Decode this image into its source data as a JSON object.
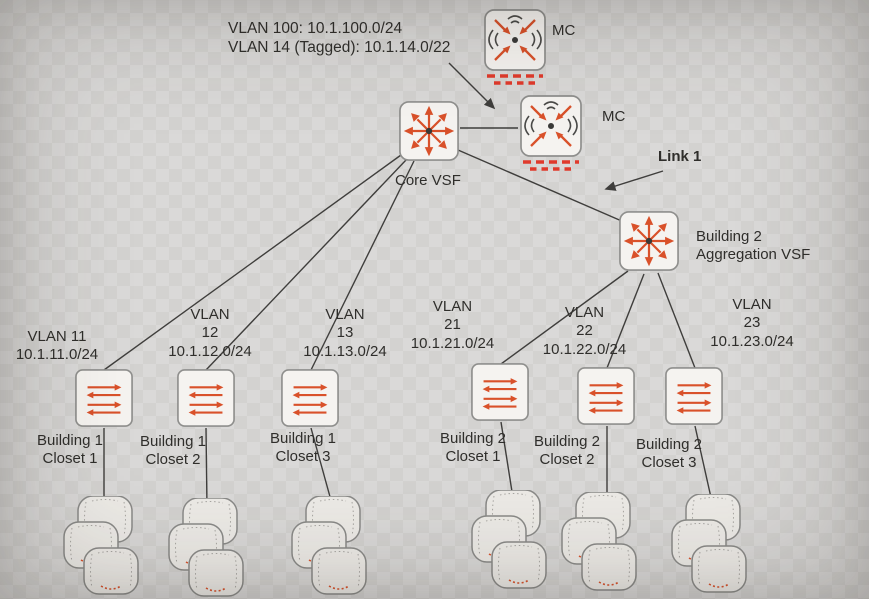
{
  "colors": {
    "accent": "#d9512a",
    "controller_dash": "#e03a2c",
    "line": "#3f3e3c",
    "text": "#2f2e2b"
  },
  "notes": {
    "vlan_note": "VLAN 100: 10.1.100.0/24\nVLAN 14 (Tagged): 10.1.14.0/22",
    "link1": "Link 1"
  },
  "controllers": [
    {
      "label": "MC",
      "icon": "mobility-controller-icon"
    },
    {
      "label": "MC",
      "icon": "mobility-controller-icon"
    }
  ],
  "core": {
    "label": "Core VSF",
    "icon": "core-switch-icon"
  },
  "aggregation": {
    "label": "Building 2\nAggregation VSF",
    "icon": "aggregation-switch-icon"
  },
  "closets": [
    {
      "vlan": "VLAN 11\n10.1.11.0/24",
      "name": "Building 1\nCloset 1"
    },
    {
      "vlan": "VLAN\n12\n10.1.12.0/24",
      "name": "Building 1\nCloset 2"
    },
    {
      "vlan": "VLAN\n13\n10.1.13.0/24",
      "name": "Building 1\nCloset 3"
    },
    {
      "vlan": "VLAN\n21\n10.1.21.0/24",
      "name": "Building 2\nCloset 1"
    },
    {
      "vlan": "VLAN\n22\n10.1.22.0/24",
      "name": "Building 2\nCloset 2"
    },
    {
      "vlan": "VLAN\n23\n10.1.23.0/24",
      "name": "Building 2\nCloset 3"
    }
  ]
}
